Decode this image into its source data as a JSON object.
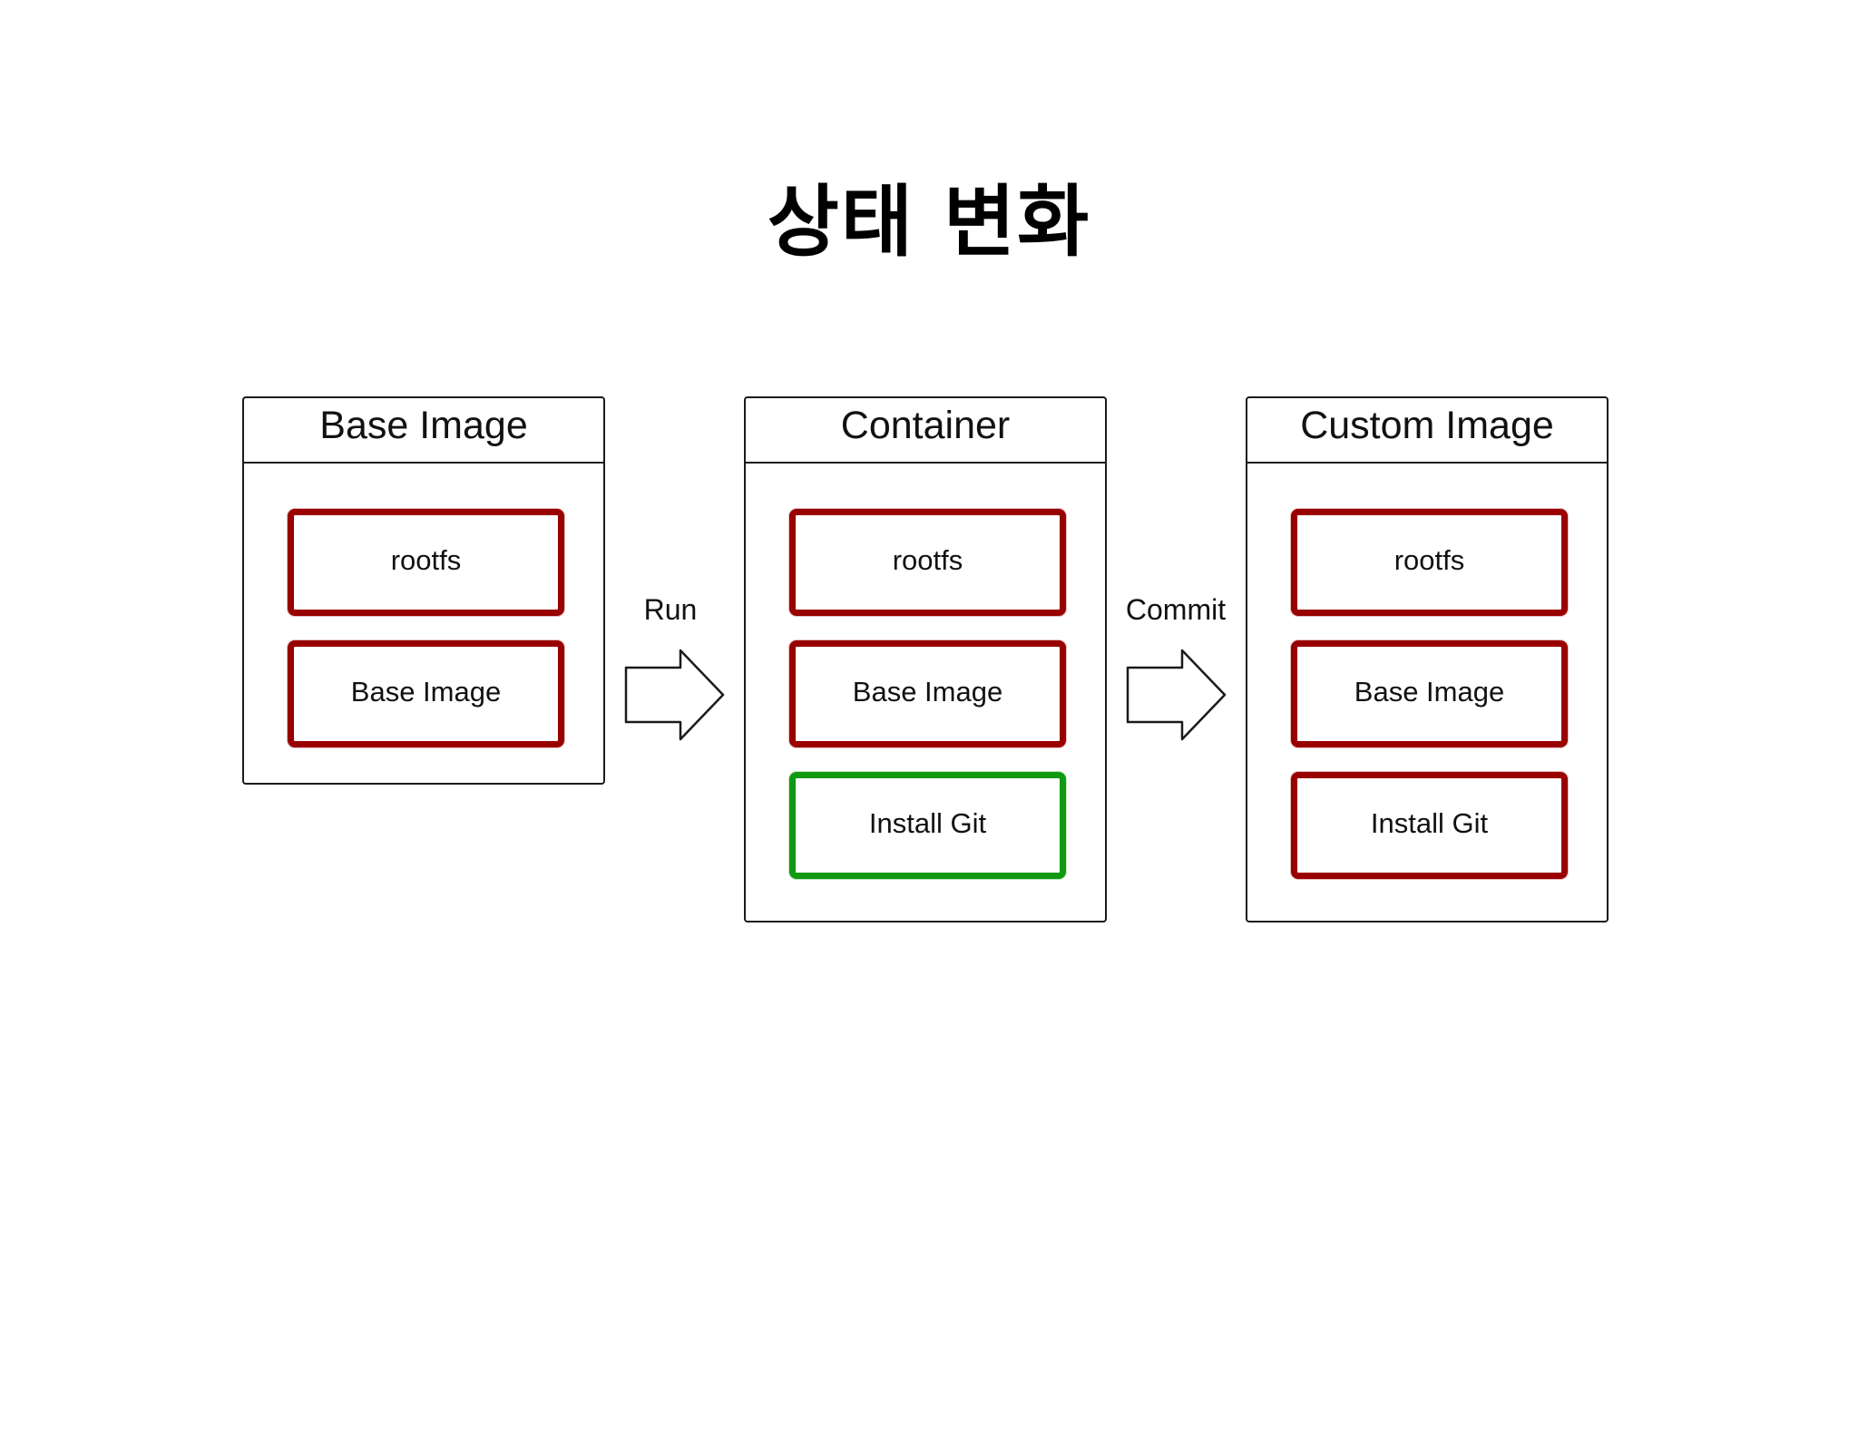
{
  "title": "상태 변화",
  "panels": [
    {
      "title": "Base Image",
      "layers": [
        {
          "label": "rootfs",
          "state": "existing"
        },
        {
          "label": "Base Image",
          "state": "existing"
        }
      ]
    },
    {
      "title": "Container",
      "layers": [
        {
          "label": "rootfs",
          "state": "existing"
        },
        {
          "label": "Base Image",
          "state": "existing"
        },
        {
          "label": "Install Git",
          "state": "new"
        }
      ]
    },
    {
      "title": "Custom Image",
      "layers": [
        {
          "label": "rootfs",
          "state": "existing"
        },
        {
          "label": "Base Image",
          "state": "existing"
        },
        {
          "label": "Install Git",
          "state": "existing"
        }
      ]
    }
  ],
  "transitions": [
    {
      "label": "Run"
    },
    {
      "label": "Commit"
    }
  ],
  "colors": {
    "existing_layer_border": "#990000",
    "new_layer_border": "#119911",
    "panel_border": "#1a1a1a"
  }
}
